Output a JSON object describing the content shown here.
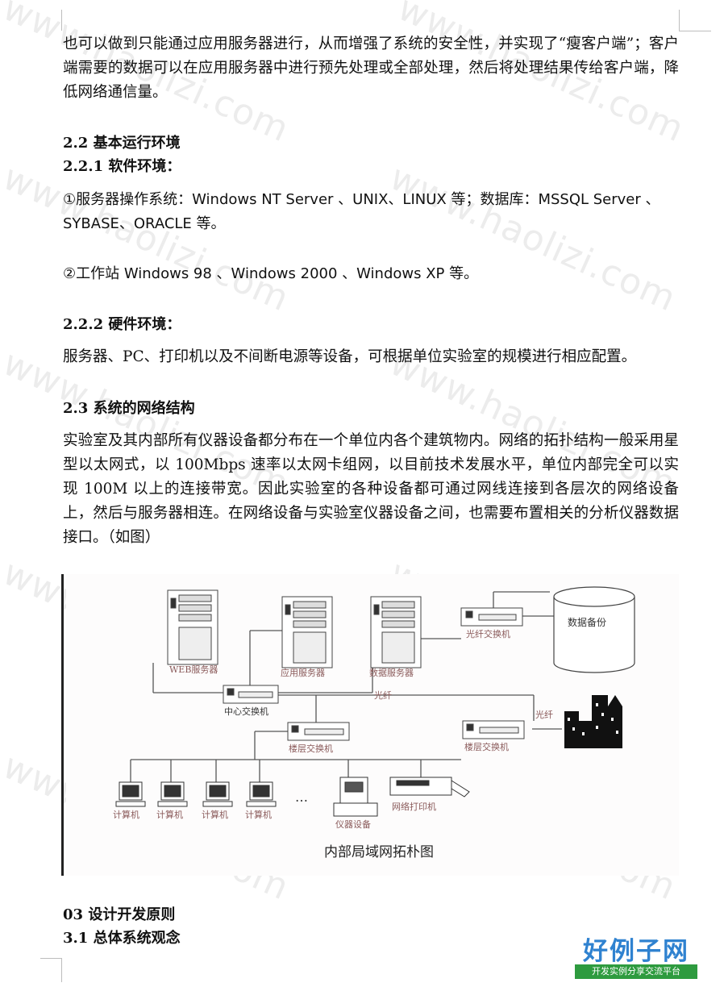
{
  "body": {
    "intro_para": "也可以做到只能通过应用服务器进行，从而增强了系统的安全性，并实现了“瘦客户端”；客户端需要的数据可以在应用服务器中进行预先处理或全部处理，然后将处理结果传给客户端，降低网络通信量。",
    "h_2_2": "2.2  基本运行环境",
    "h_2_2_1": "2.2.1 软件环境：",
    "sw_item1": "①服务器操作系统：Windows NT Server 、UNIX、LINUX 等；数据库：MSSQL Server 、SYBASE、ORACLE 等。",
    "sw_item2": "②工作站 Windows 98 、Windows 2000 、Windows XP 等。",
    "h_2_2_2": "2.2.2  硬件环境：",
    "hw_para": "服务器、PC、打印机以及不间断电源等设备，可根据单位实验室的规模进行相应配置。",
    "h_2_3": "2.3  系统的网络结构",
    "net_para": "实验室及其内部所有仪器设备都分布在一个单位内各个建筑物内。网络的拓扑结构一般采用星型以太网式，以 100Mbps 速率以太网卡组网，以目前技术发展水平，单位内部完全可以实现 100M 以上的连接带宽。因此实验室的各种设备都可通过网线连接到各层次的网络设备上，然后与服务器相连。在网络设备与实验室仪器设备之间，也需要布置相关的分析仪器数据接口。（如图）",
    "h_03": "03 设计开发原则",
    "h_3_1": "3.1  总体系统观念"
  },
  "figure": {
    "web_server": "WEB服务器",
    "app_server": "应用服务器",
    "data_server": "数据服务器",
    "fiber_switch": "光纤交换机",
    "data_backup": "数据备份",
    "central_switch": "中心交换机",
    "fiber_1": "光纤",
    "fiber_2": "光纤",
    "floor_switch_left": "楼层交换机",
    "floor_switch_right": "楼层交换机",
    "pc_1": "计算机",
    "pc_2": "计算机",
    "pc_3": "计算机",
    "pc_4": "计算机",
    "ellipsis": "…",
    "instrument": "仪器设备",
    "net_printer": "网络打印机",
    "caption": "内部局域网拓朴图"
  },
  "watermark": {
    "text": "www.haolizi.com"
  },
  "logo": {
    "main": "好例子网",
    "sub": "开发实例分享交流平台",
    "colors": {
      "main": "#2f82d0",
      "sub_bg": "#2e9b3f"
    }
  }
}
